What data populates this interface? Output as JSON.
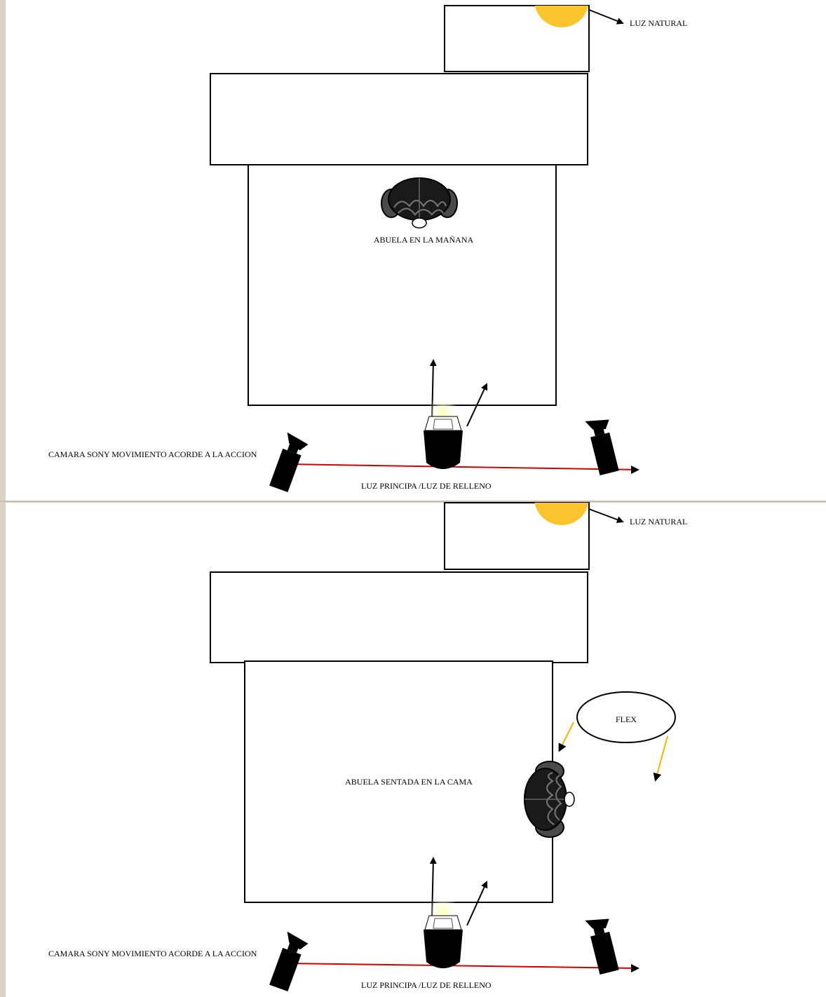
{
  "panels": [
    {
      "natural_light_label": "LUZ NATURAL",
      "scene_label": "ABUELA EN LA MAÑANA",
      "camera_label": "CAMARA SONY MOVIMIENTO ACORDE A LA ACCION",
      "light_label": "LUZ PRINCIPA /LUZ DE RELLENO"
    },
    {
      "natural_light_label": "LUZ NATURAL",
      "scene_label": "ABUELA SENTADA EN LA CAMA",
      "camera_label": "CAMARA SONY MOVIMIENTO ACORDE A LA ACCION",
      "light_label": "LUZ PRINCIPA /LUZ DE RELLENO",
      "flex_label": "FLEX"
    }
  ],
  "colors": {
    "sun": "#f9c42d",
    "beam": "#d40000",
    "flex_arrow": "#f2b600",
    "background": "#d9d2c5"
  }
}
